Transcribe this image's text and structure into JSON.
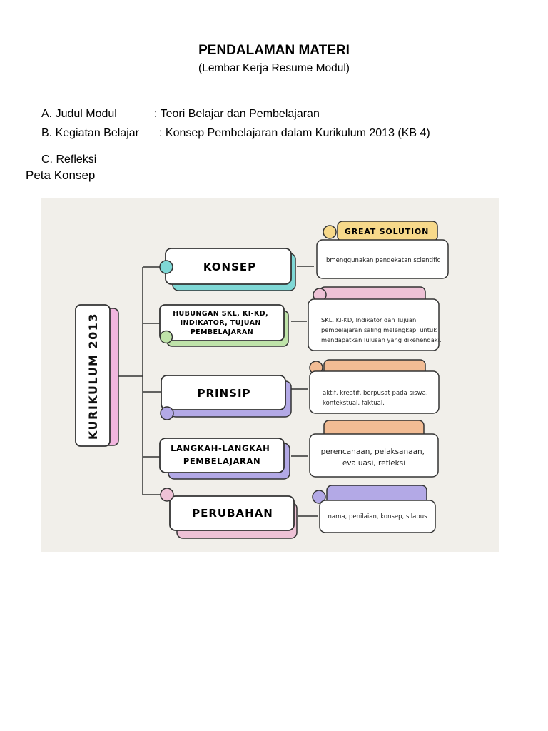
{
  "header": {
    "title": "PENDALAMAN MATERI",
    "subtitle": "(Lembar Kerja Resume Modul)"
  },
  "fields": {
    "a_label": "A. Judul Modul",
    "a_value": ": Teori Belajar dan Pembelajaran",
    "b_label": "B. Kegiatan Belajar",
    "b_value": ": Konsep Pembelajaran dalam Kurikulum 2013 (KB 4)",
    "c_label": "C. Refleksi"
  },
  "section_label": "Peta Konsep",
  "concept_map": {
    "root": "KURIKULUM 2013",
    "tag": "GREAT SOLUTION",
    "branches": [
      {
        "title": "KONSEP",
        "desc": "bmenggunakan pendekatan scientific"
      },
      {
        "title_lines": [
          "HUBUNGAN SKL, KI-KD,",
          "INDIKATOR, TUJUAN",
          "PEMBELAJARAN"
        ],
        "desc_lines": [
          "SKL, KI-KD, Indikator dan Tujuan",
          "pembelajaran saling melengkapi untuk",
          "mendapatkan lulusan yang dikehendaki."
        ]
      },
      {
        "title": "PRINSIP",
        "desc_lines": [
          "aktif, kreatif, berpusat pada siswa,",
          "kontekstual, faktual."
        ]
      },
      {
        "title_lines": [
          "LANGKAH-LANGKAH",
          "PEMBELAJARAN"
        ],
        "desc_lines": [
          "perencanaan, pelaksanaan,",
          "evaluasi, refleksi"
        ]
      },
      {
        "title": "PERUBAHAN",
        "desc": "nama, penilaian, konsep, silabus"
      }
    ],
    "colors": {
      "teal": "#7fd8d6",
      "green": "#bfe3a9",
      "purple": "#b3a9e6",
      "pink": "#eec2d6",
      "orange": "#f2bc94",
      "yellow": "#f7d98a",
      "background": "#f1efea"
    }
  }
}
